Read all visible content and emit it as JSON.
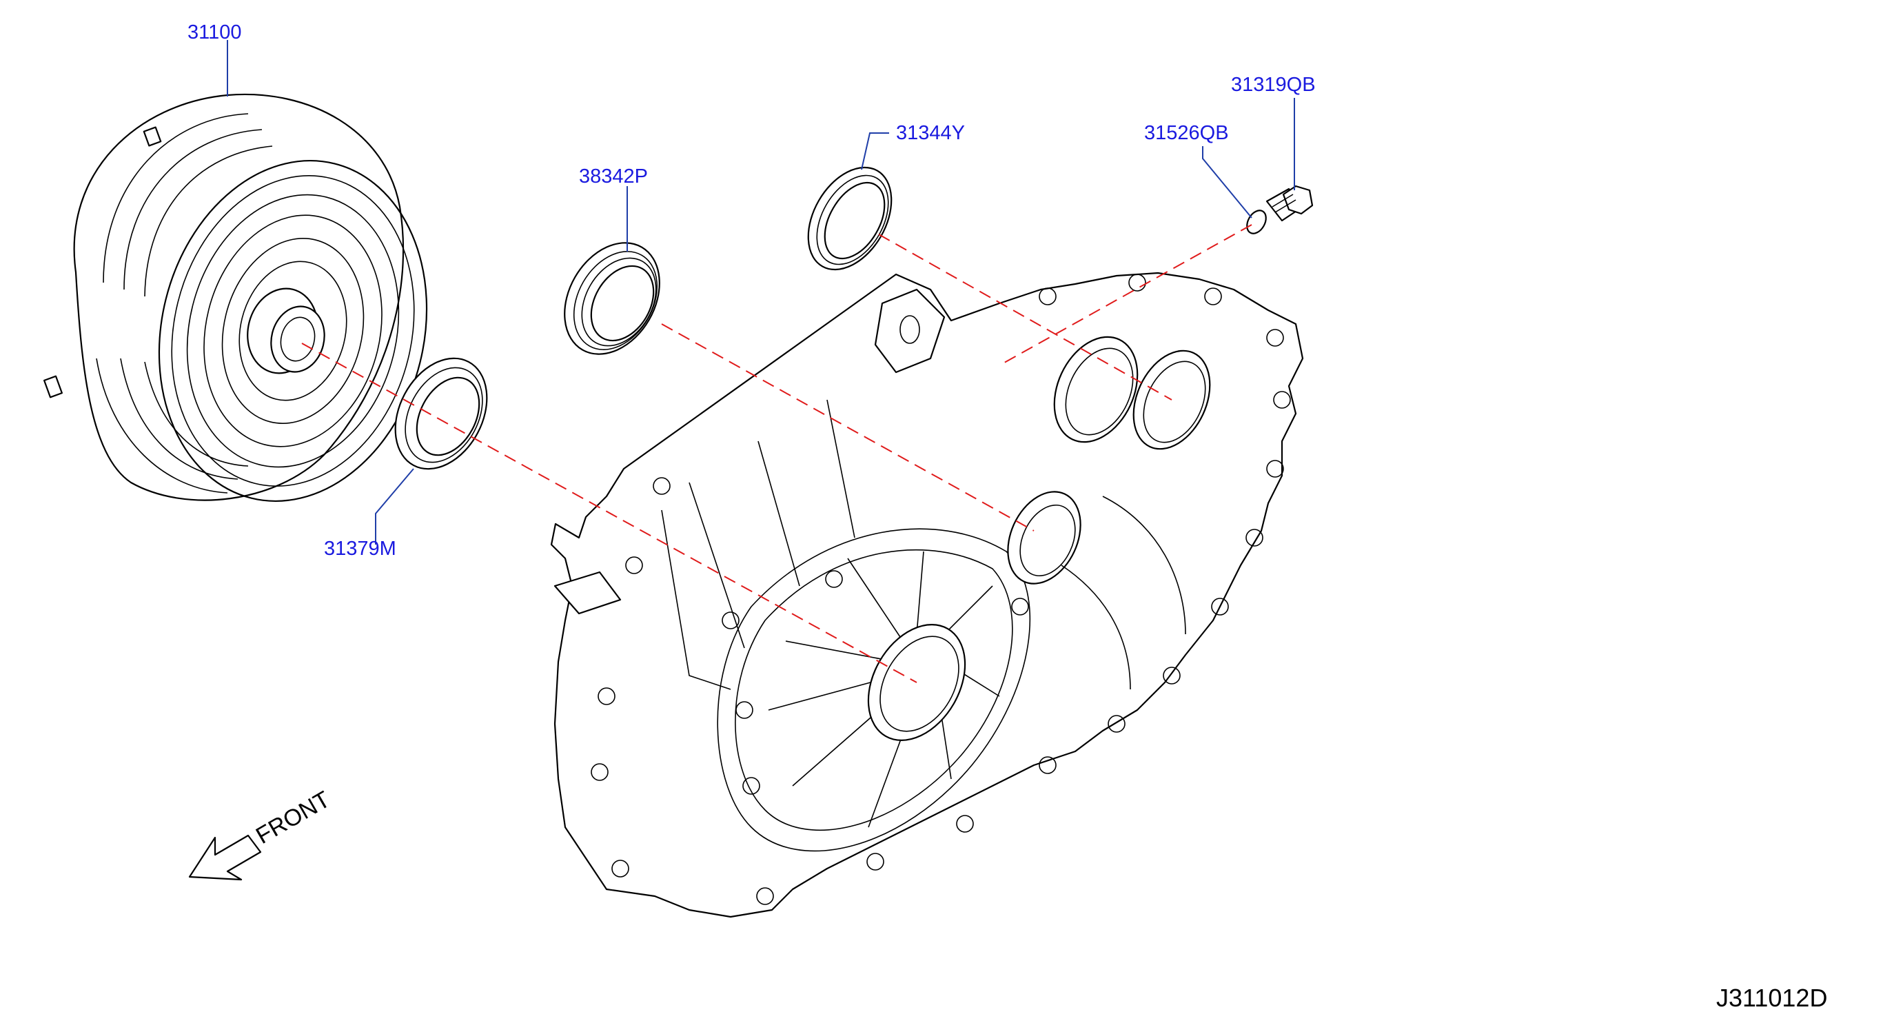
{
  "diagram": {
    "callouts": {
      "torque_converter": "31100",
      "oil_seal_left": "31379M",
      "oil_seal_center": "38342P",
      "oil_seal_right": "31344Y",
      "washer": "31526QB",
      "plug": "31319QB"
    },
    "direction_label": "FRONT",
    "drawing_code": "J311012D",
    "colors": {
      "callout_text": "#1a1adf",
      "leader_line": "#1f3ea8",
      "assembly_line": "#e01b1b",
      "part_outline": "#000000"
    }
  }
}
